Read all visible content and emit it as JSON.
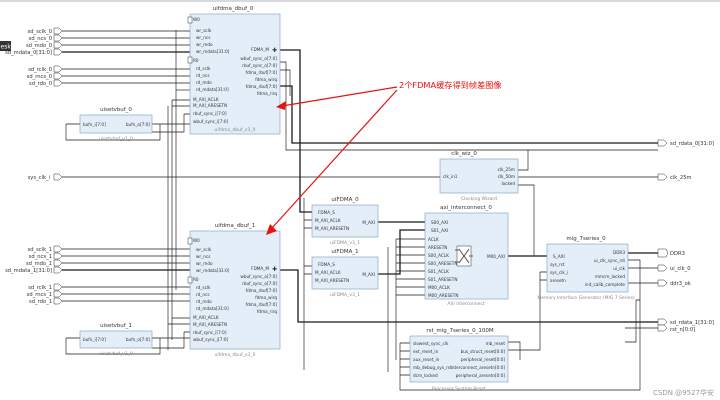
{
  "screen": {
    "left_tab_label": "esk",
    "watermark": "CSDN @9527华安"
  },
  "annotation": {
    "text": "2个FDMA缓存得到帧差图像",
    "color": "#e8120e"
  },
  "external_ports": {
    "left_top": [
      "sd_sclk_0",
      "sd_ncs_0",
      "sd_mdo_0",
      "sd_mdata_0[31:0]",
      "sd_rclk_0",
      "sd_rncs_0",
      "sd_rdo_0"
    ],
    "sys_clk": "sys_clk_i",
    "left_bottom": [
      "sd_sclk_1",
      "sd_ncs_1",
      "sd_mdo_1",
      "sd_mdata_1[31:0]",
      "sd_rclk_1",
      "sd_rncs_1",
      "sd_rdo_1"
    ],
    "right_top": "sd_rdata_0[31:0]",
    "right_clk": "clk_25m",
    "right_ddr": [
      "DDR3",
      "ui_clk_0",
      "ddr3_ok"
    ],
    "right_bottom": [
      "sd_rdata_1[31:0]",
      "rst_n[0:0]"
    ]
  },
  "blocks": {
    "uifdma_top": {
      "name": "uifdma_dbuf_0",
      "subtitle": "uifdma_dbuf_v3_0",
      "ports_left": [
        "W0",
        "wr_sclk",
        "wr_ncs",
        "wr_mdo",
        "wr_mdata[31:0]",
        "R0",
        "rd_sclk",
        "rd_ncs",
        "rd_mdo",
        "rd_mdata[31:0]",
        "M_AXI_ACLK",
        "M_AXI_ARESETN",
        "rbuf_sync_i[7:0]",
        "wbuf_sync_i[7:0]"
      ],
      "ports_right": [
        "FDMA_M",
        "wbuf_sync_o[7:0]",
        "rbuf_sync_o[7:0]",
        "fdma_rbuf[7:0]",
        "fdma_wirq",
        "fdma_rbuf[7:0]",
        "fdma_rirq"
      ]
    },
    "uisetvbuf_0": {
      "name": "uisetvbuf_0",
      "subtitle": "uisetvbuf_v1_0",
      "ports_left": [
        "bufn_i[7:0]"
      ],
      "ports_right": [
        "bufn_o[7:0]"
      ]
    },
    "uifdma_bottom": {
      "name": "uifdma_dbuf_1",
      "subtitle": "uifdma_dbuf_v3_0",
      "ports_left": [
        "W0",
        "wr_sclk",
        "wr_ncs",
        "wr_mdo",
        "wr_mdata[31:0]",
        "R0",
        "rd_sclk",
        "rd_ncs",
        "rd_mdo",
        "rd_mdata[31:0]",
        "M_AXI_ACLK",
        "M_AXI_ARESETN",
        "rbuf_sync_i[7:0]",
        "wbuf_sync_i[7:0]"
      ],
      "ports_right": [
        "FDMA_M",
        "wbuf_sync_o[7:0]",
        "rbuf_sync_o[7:0]",
        "fdma_rbuf[7:0]",
        "fdma_wirq",
        "fdma_rbuf[7:0]",
        "fdma_rirq"
      ]
    },
    "uisetvbuf_1": {
      "name": "uisetvbuf_1",
      "subtitle": "uisetvbuf_v1_0",
      "ports_left": [
        "bufn_i[7:0]"
      ],
      "ports_right": [
        "bufn_o[7:0]"
      ]
    },
    "clk_wiz": {
      "name": "clk_wiz_0",
      "subtitle": "Clocking Wizard",
      "ports_left": [
        "clk_in1"
      ],
      "ports_right": [
        "clk_25m",
        "clk_50m",
        "locked"
      ]
    },
    "uiFDMA_0": {
      "name": "uiFDMA_0",
      "subtitle": "uiFDMA_v3_1",
      "ports_left": [
        "FDMA_S",
        "M_AXI_ACLK",
        "M_AXI_ARESETN"
      ],
      "ports_right": [
        "M_AXI"
      ]
    },
    "uiFDMA_1": {
      "name": "uiFDMA_1",
      "subtitle": "uiFDMA_v3_1",
      "ports_left": [
        "FDMA_S",
        "M_AXI_ACLK",
        "M_AXI_ARESETN"
      ],
      "ports_right": [
        "M_AXI"
      ]
    },
    "axi_interconnect": {
      "name": "axi_interconnect_0",
      "subtitle": "AXI Interconnect",
      "ports_left": [
        "S00_AXI",
        "S01_AXI",
        "ACLK",
        "ARESETN",
        "S00_ACLK",
        "S00_ARESETN",
        "S01_ACLK",
        "S01_ARESETN",
        "M00_ACLK",
        "M00_ARESETN"
      ],
      "ports_right": [
        "M00_AXI"
      ]
    },
    "mig": {
      "name": "mig_7series_0",
      "subtitle": "Memory Interface Generator (MIG 7 Series)",
      "ports_left": [
        "S_AXI",
        "sys_rst",
        "sys_clk_i",
        "aresetn"
      ],
      "ports_right": [
        "DDR3",
        "ui_clk_sync_rst",
        "ui_clk",
        "mmcm_locked",
        "init_calib_complete"
      ]
    },
    "rst_mig": {
      "name": "rst_mig_7series_0_100M",
      "subtitle": "Processor System Reset",
      "ports_left": [
        "slowest_sync_clk",
        "ext_reset_in",
        "aux_reset_in",
        "mb_debug_sys_rst",
        "dcm_locked"
      ],
      "ports_right": [
        "mb_reset",
        "bus_struct_reset[0:0]",
        "peripheral_reset[0:0]",
        "interconnect_aresetn[0:0]",
        "peripheral_aresetn[0:0]"
      ]
    }
  }
}
